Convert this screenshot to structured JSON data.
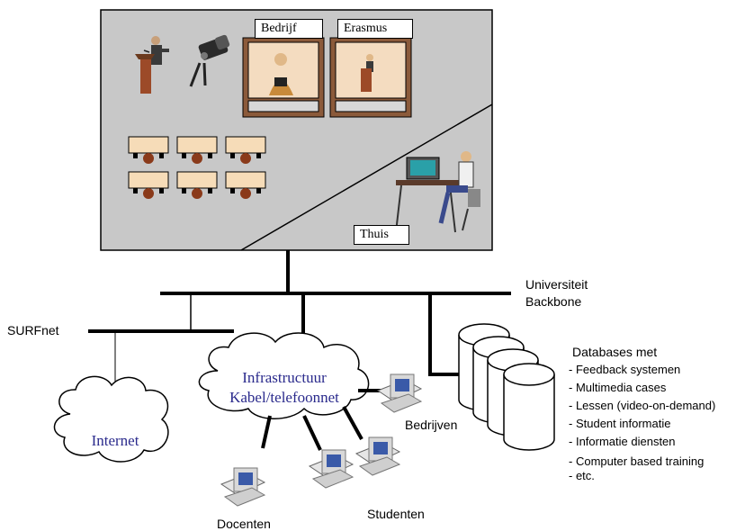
{
  "campus": {
    "screen_left_label": "Bedrijf",
    "screen_right_label": "Erasmus",
    "home_label": "Thuis"
  },
  "network": {
    "backbone_label_line1": "Universiteit",
    "backbone_label_line2": "Backbone",
    "surfnet_label": "SURFnet",
    "internet_label": "Internet",
    "infra_label_line1": "Infrastructuur",
    "infra_label_line2": "Kabel/telefoonnet"
  },
  "users": {
    "bedrijven": "Bedrijven",
    "studenten": "Studenten",
    "docenten": "Docenten"
  },
  "databases": {
    "title": "Databases met",
    "items": [
      "Feedback systemen",
      "Multimedia cases",
      "Lessen (video-on-demand)",
      "Student informatie",
      "Informatie diensten",
      "Computer based training",
      "etc."
    ]
  }
}
